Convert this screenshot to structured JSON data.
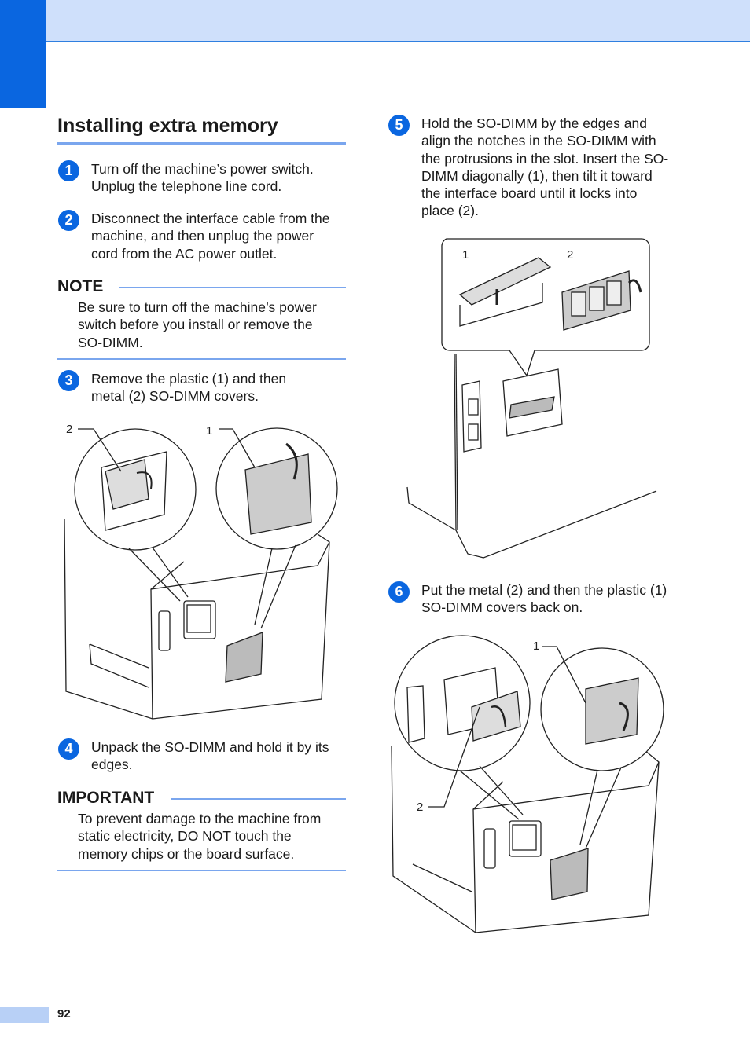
{
  "header": {
    "accent_color": "#0a66e0",
    "band_color": "#cfe0fb"
  },
  "section": {
    "title": "Installing extra memory"
  },
  "steps": [
    {
      "num": "1",
      "text": "Turn off the machine’s power switch.\nUnplug the telephone line cord."
    },
    {
      "num": "2",
      "text": "Disconnect the interface cable from the\nmachine, and then unplug the power\ncord from the AC power outlet."
    },
    {
      "num": "3",
      "text": "Remove the plastic (1) and then\nmetal (2) SO-DIMM covers."
    },
    {
      "num": "4",
      "text": "Unpack the SO-DIMM and hold it by its\nedges."
    },
    {
      "num": "5",
      "text": "Hold the SO-DIMM by the edges and\nalign the notches in the SO-DIMM with\nthe protrusions in the slot. Insert the SO-\nDIMM diagonally (1), then tilt it toward\nthe interface board until it locks into\nplace (2)."
    },
    {
      "num": "6",
      "text": "Put the metal (2) and then the plastic (1)\nSO-DIMM covers back on."
    }
  ],
  "note": {
    "heading": "NOTE",
    "body": "Be sure to turn off the machine’s power\nswitch before you install or remove the\nSO-DIMM."
  },
  "important": {
    "heading": "IMPORTANT",
    "body": "To prevent damage to the machine from\nstatic electricity, DO NOT touch the\nmemory chips or the board surface."
  },
  "figures": {
    "fig3": {
      "label_a": "2",
      "label_b": "1"
    },
    "fig5": {
      "label_a": "1",
      "label_b": "2"
    },
    "fig6": {
      "label_a": "1",
      "label_b": "2"
    }
  },
  "footer": {
    "page_number": "92"
  }
}
